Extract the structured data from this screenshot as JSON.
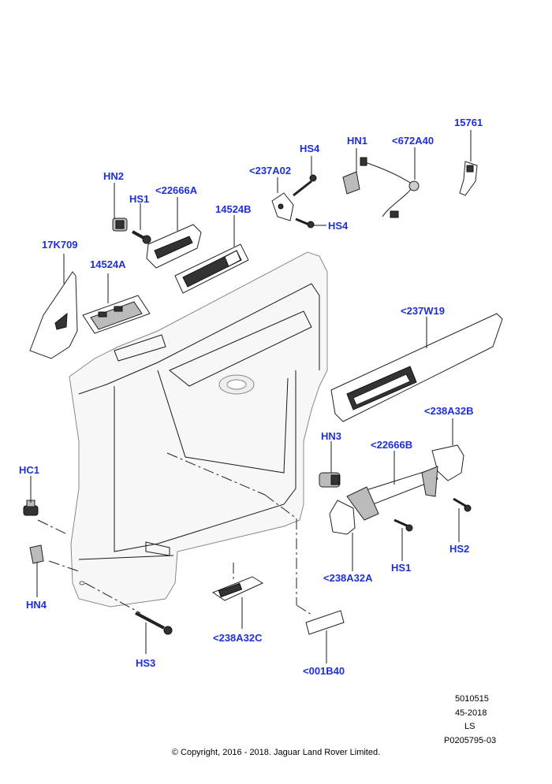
{
  "theme": {
    "label_color": "#1f2fd6",
    "line_color": "#1a1a1a"
  },
  "labels": {
    "p15761": "15761",
    "hn1": "HN1",
    "p672a40": "<672A40",
    "hs4_top": "HS4",
    "p237a02": "<237A02",
    "hs4_bottom": "HS4",
    "hn2": "HN2",
    "hs1_top": "HS1",
    "p22666a": "<22666A",
    "p14524b": "14524B",
    "p17k709": "17K709",
    "p14524a": "14524A",
    "p237w19": "<237W19",
    "p238a32b": "<238A32B",
    "hn3": "HN3",
    "p22666b": "<22666B",
    "hc1": "HC1",
    "hs2": "HS2",
    "hs1_bottom": "HS1",
    "p238a32a": "<238A32A",
    "hn4": "HN4",
    "p238a32c": "<238A32C",
    "hs3": "HS3",
    "p001b40": "<001B40"
  },
  "reference": {
    "line1": "5010515",
    "line2": "45-2018",
    "line3": "LS",
    "line4": "P0205795-03"
  },
  "copyright": "© Copyright, 2016 - 2018. Jaguar Land Rover Limited."
}
